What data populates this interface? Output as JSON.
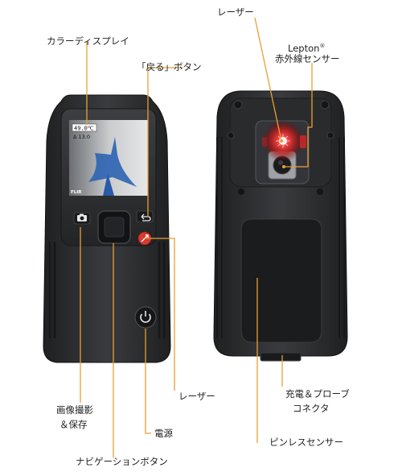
{
  "labels": {
    "color_display": "カラーディスプレイ",
    "back_button": "「戻る」ボタン",
    "laser_top": "レーザー",
    "lepton_brand": "Lepton",
    "lepton_reg": "®",
    "ir_sensor": "赤外線センサー",
    "capture_line1": "画像撮影",
    "capture_line2": "＆保存",
    "laser_button": "レーザー",
    "power": "電源",
    "nav_button": "ナビゲーションボタン",
    "charge_line1": "充電＆プローブ",
    "charge_line2": "コネクタ",
    "pinless_sensor": "ピンレスセンサー"
  },
  "screen": {
    "temp_reading": "49.0",
    "temp_unit": "℃",
    "delta_reading": "Δ 13.0",
    "brand": "FLIR"
  },
  "icons": {
    "camera": "camera-icon",
    "back": "back-arrow-icon",
    "laser": "laser-icon",
    "power": "power-icon"
  },
  "colors": {
    "leader": "#e8a033",
    "laser_red": "#e23a3a",
    "body": "#2b2c2e"
  }
}
